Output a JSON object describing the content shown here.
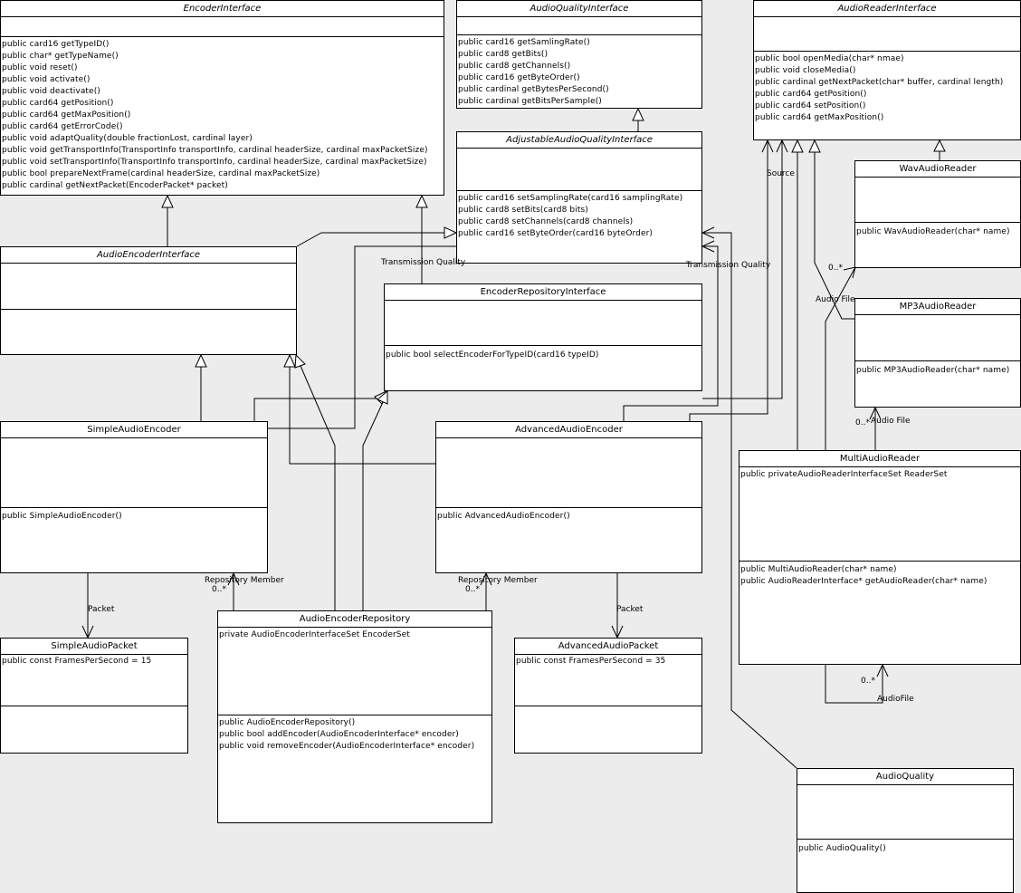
{
  "classes": {
    "encoder_interface": {
      "name": "EncoderInterface",
      "attributes": [],
      "methods": [
        "public card16 getTypeID()",
        "public char* getTypeName()",
        "public void reset()",
        "public void activate()",
        "public void deactivate()",
        "public card64 getPosition()",
        "public card64 getMaxPosition()",
        "public card64 getErrorCode()",
        "public void adaptQuality(double fractionLost, cardinal layer)",
        "public void getTransportInfo(TransportInfo transportInfo, cardinal headerSize, cardinal maxPacketSize)",
        "public void setTransportInfo(TransportInfo transportInfo, cardinal headerSize, cardinal maxPacketSize)",
        "public bool prepareNextFrame(cardinal headerSize, cardinal maxPacketSize)",
        "public cardinal getNextPacket(EncoderPacket* packet)"
      ]
    },
    "audio_quality_interface": {
      "name": "AudioQualityInterface",
      "attributes": [],
      "methods": [
        "public card16 getSamlingRate()",
        "public card8 getBits()",
        "public card8 getChannels()",
        "public card16 getByteOrder()",
        "public cardinal getBytesPerSecond()",
        "public cardinal getBitsPerSample()"
      ]
    },
    "audio_reader_interface": {
      "name": "AudioReaderInterface",
      "attributes": [],
      "methods": [
        "public bool openMedia(char* nmae)",
        "public void closeMedia()",
        "public cardinal getNextPacket(char* buffer, cardinal length)",
        "public card64 getPosition()",
        "public card64 setPosition()",
        "public card64 getMaxPosition()"
      ]
    },
    "adjustable_audio_quality_interface": {
      "name": "AdjustableAudioQualityInterface",
      "attributes": [],
      "methods": [
        "public card16 setSamplingRate(card16 samplingRate)",
        "public card8 setBits(card8 bits)",
        "public card8 setChannels(card8 channels)",
        "public card16 setByteOrder(card16 byteOrder)"
      ]
    },
    "wav_audio_reader": {
      "name": "WavAudioReader",
      "attributes": [],
      "methods": [
        "public WavAudioReader(char* name)"
      ]
    },
    "audio_encoder_interface": {
      "name": "AudioEncoderInterface",
      "attributes": [],
      "methods": []
    },
    "encoder_repository_interface": {
      "name": "EncoderRepositoryInterface",
      "attributes": [],
      "methods": [
        "public bool selectEncoderForTypeID(card16 typeID)"
      ]
    },
    "mp3_audio_reader": {
      "name": "MP3AudioReader",
      "attributes": [],
      "methods": [
        "public MP3AudioReader(char* name)"
      ]
    },
    "simple_audio_encoder": {
      "name": "SimpleAudioEncoder",
      "attributes": [],
      "methods": [
        "public SimpleAudioEncoder()"
      ]
    },
    "advanced_audio_encoder": {
      "name": "AdvancedAudioEncoder",
      "attributes": [],
      "methods": [
        "public AdvancedAudioEncoder()"
      ]
    },
    "multi_audio_reader": {
      "name": "MultiAudioReader",
      "attributes": [
        "public privateAudioReaderInterfaceSet ReaderSet"
      ],
      "methods": [
        "public MultiAudioReader(char* name)",
        "public AudioReaderInterface* getAudioReader(char* name)"
      ]
    },
    "simple_audio_packet": {
      "name": "SimpleAudioPacket",
      "attributes": [
        "public const FramesPerSecond = 15"
      ],
      "methods": []
    },
    "audio_encoder_repository": {
      "name": "AudioEncoderRepository",
      "attributes": [
        "private AudioEncoderInterfaceSet EncoderSet"
      ],
      "methods": [
        "public AudioEncoderRepository()",
        "public bool addEncoder(AudioEncoderInterface* encoder)",
        "public void removeEncoder(AudioEncoderInterface* encoder)"
      ]
    },
    "advanced_audio_packet": {
      "name": "AdvancedAudioPacket",
      "attributes": [
        "public const FramesPerSecond = 35"
      ],
      "methods": []
    },
    "audio_quality": {
      "name": "AudioQuality",
      "attributes": [],
      "methods": [
        "public AudioQuality()"
      ]
    }
  },
  "labels": {
    "transmission_quality_left": "Transmission Quality",
    "transmission_quality_right": "Transmission Quality",
    "source": "Source",
    "audio_file_1": "Audio File",
    "audio_file_2": "Audio File",
    "audio_file_3": "AudioFile",
    "mult_wav": "0..*",
    "mult_mp3": "0..*",
    "mult_multi": "0..*",
    "repository_member_left": "Repository Member",
    "repository_member_right": "Repository Member",
    "mult_repo_left": "0..*",
    "mult_repo_right": "0..*",
    "packet_left": "Packet",
    "packet_right": "Packet"
  }
}
